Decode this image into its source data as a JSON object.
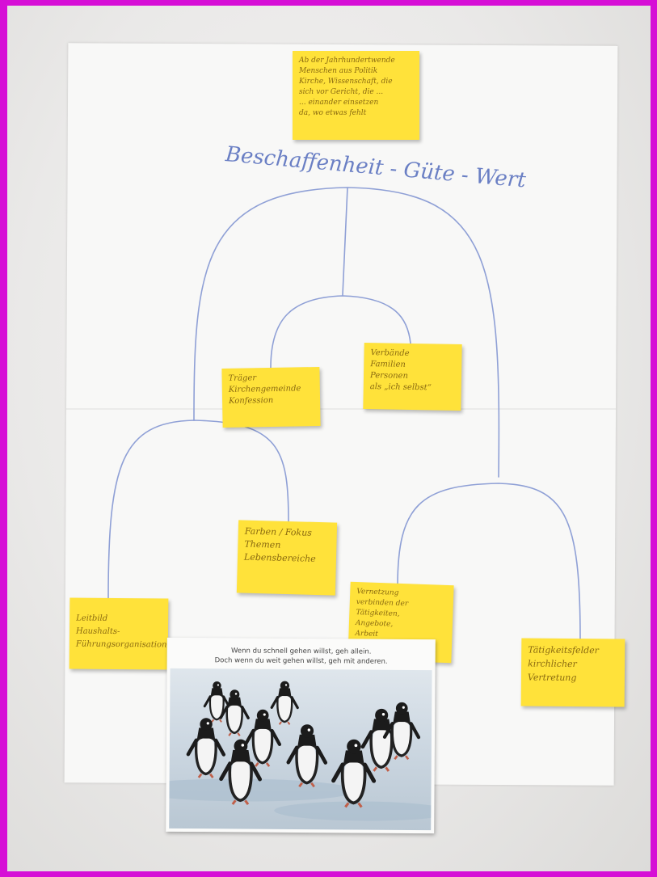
{
  "notes": {
    "top": "Ab der Jahrhundertwende\nMenschen aus Politik\nKirche, Wissenschaft, die\nsich vor Gericht, die ...\n... einander einsetzen\nda, wo etwas fehlt",
    "heading": "Beschaffenheit - Güte - Wert",
    "traeger": "Träger\nKirchengemeinde\nKonfession",
    "verbaende": "Verbände\nFamilien\nPersonen\nals „ich selbst“",
    "leitbild": "Leitbild\nHaushalts-\nFührungsorganisation",
    "farben": "Farben / Fokus\nThemen\nLebensbereiche",
    "mitte": "Vernetzung\nverbinden der\nTätigkeiten,\nAngebote,\nArbeit\nals Fundament",
    "rechts": "Tätigkeitsfelder\nkirchlicher\nVertretung"
  },
  "postcard": {
    "line1": "Wenn du schnell gehen willst, geh allein.",
    "line2": "Doch wenn du weit gehen willst, geh mit anderen."
  },
  "colors": {
    "background_border": "#d60fd6",
    "sticky_note": "#ffe23a",
    "pen_ink": "#6a7fc4"
  }
}
